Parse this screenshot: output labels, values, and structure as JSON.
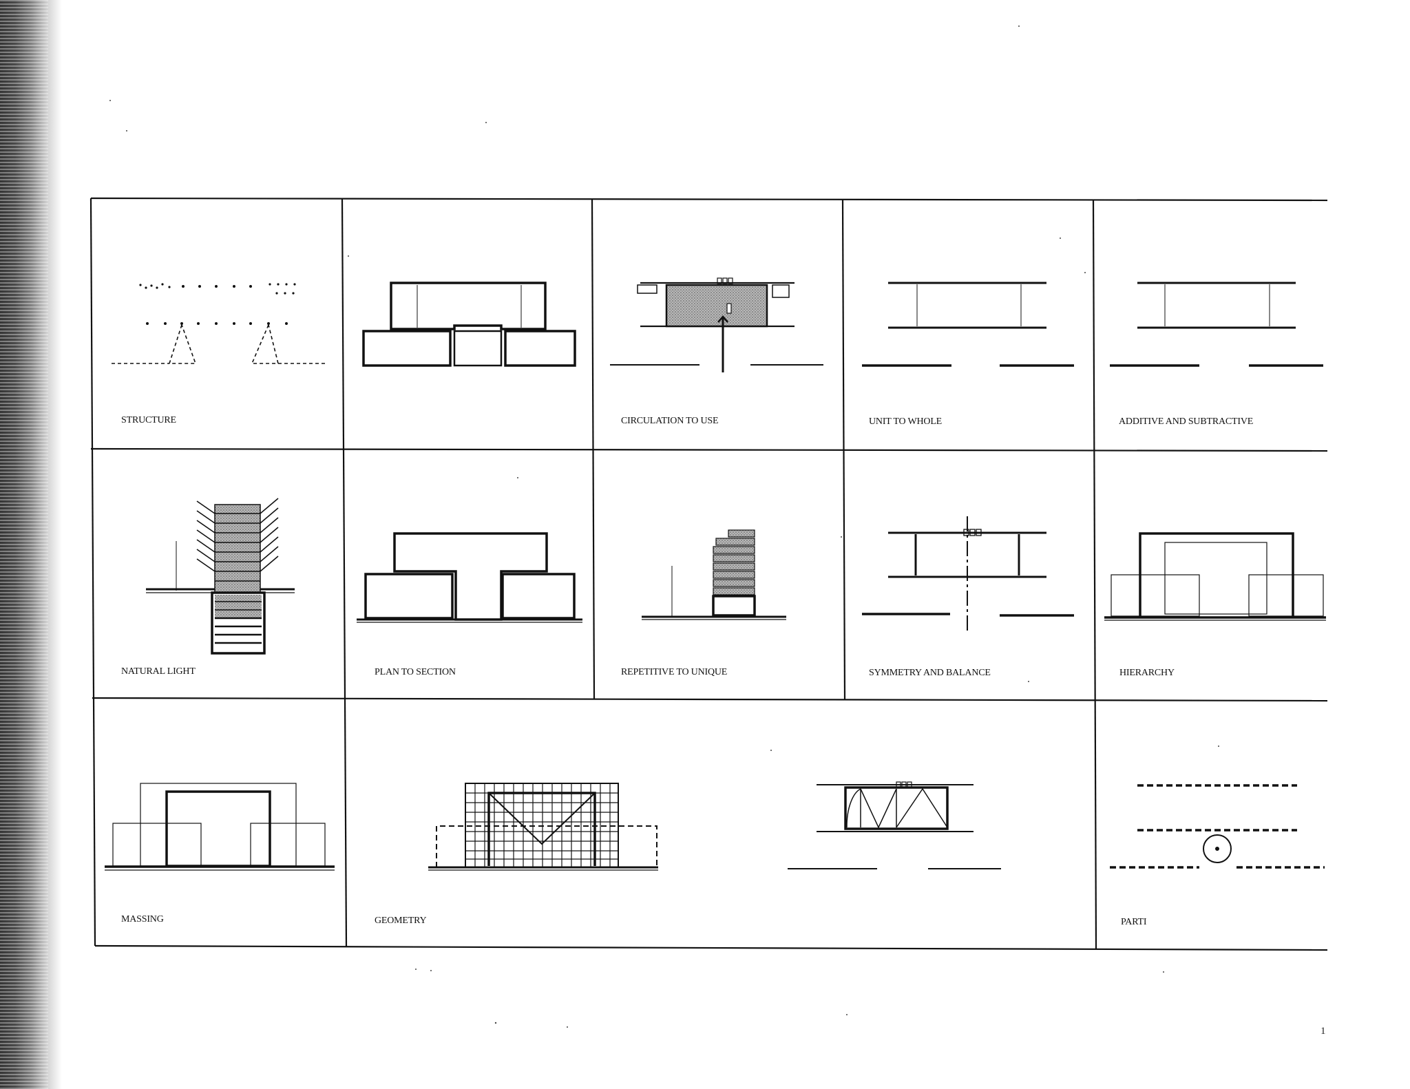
{
  "panels": {
    "structure": "STRUCTURE",
    "plan_to_section": "PLAN TO SECTION",
    "circulation_to_use": "CIRCULATION TO USE",
    "unit_to_whole": "UNIT TO WHOLE",
    "additive_and_subtractive": "ADDITIVE AND SUBTRACTIVE",
    "natural_light": "NATURAL LIGHT",
    "repetitive_to_unique": "REPETITIVE TO UNIQUE",
    "symmetry_and_balance": "SYMMETRY AND BALANCE",
    "hierarchy": "HIERARCHY",
    "massing": "MASSING",
    "geometry": "GEOMETRY",
    "parti": "PARTI"
  },
  "page_number": "1"
}
